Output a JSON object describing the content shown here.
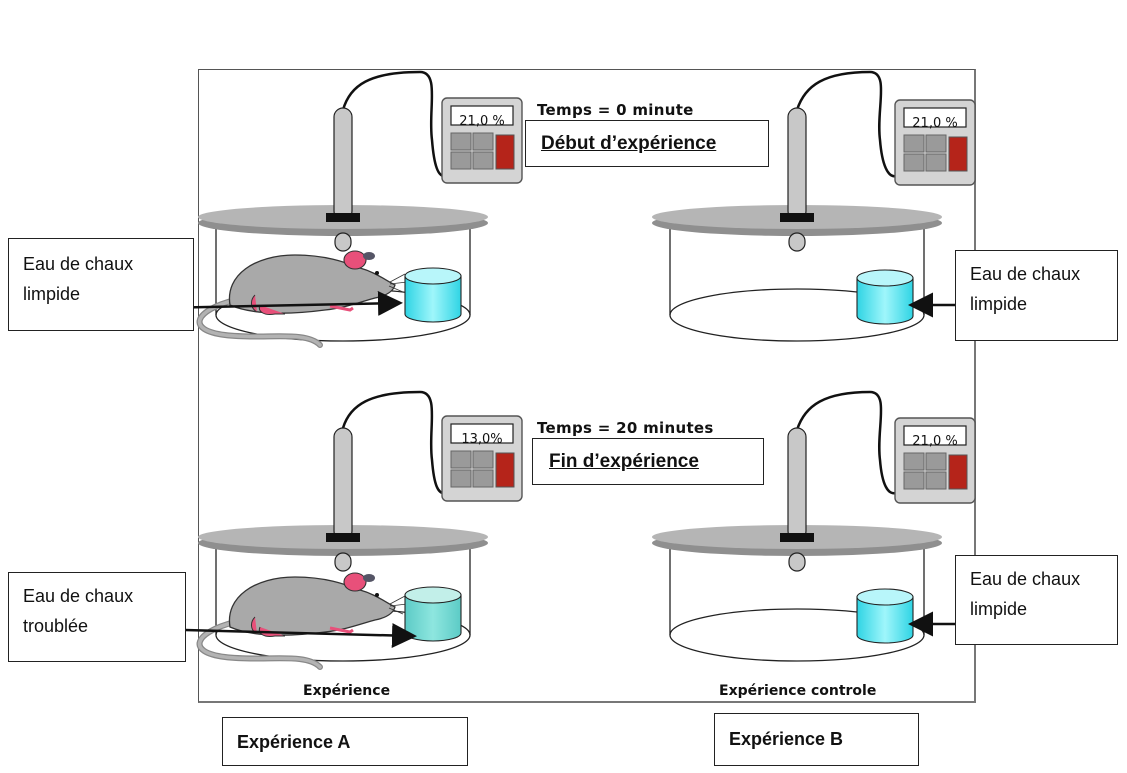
{
  "phases": {
    "start": {
      "time_label": "Temps = 0 minute",
      "banner": "Début d’expérience"
    },
    "end": {
      "time_label": "Temps = 20 minutes",
      "banner": "Fin d’expérience"
    }
  },
  "meters": {
    "start_a": "21,0 %",
    "start_b": "21,0 %",
    "end_a": "13,0%",
    "end_b": "21,0 %"
  },
  "callouts": {
    "start_a": {
      "line1": "Eau de chaux",
      "line2": "limpide"
    },
    "start_b": {
      "line1": "Eau de chaux",
      "line2": "limpide"
    },
    "end_a": {
      "line1": "Eau de chaux",
      "line2": "troublée"
    },
    "end_b": {
      "line1": "Eau de chaux",
      "line2": "limpide"
    }
  },
  "captions": {
    "left": "Expérience",
    "right": "Expérience controle"
  },
  "experiment_labels": {
    "a": "Expérience A",
    "b": "Expérience B"
  },
  "colors": {
    "lid": "#b3b3b3",
    "lid_edge": "#8a8a8a",
    "probe": "#c8c8c8",
    "meter_body": "#d4d4d4",
    "meter_key": "#9a9a9a",
    "meter_red": "#b5241a",
    "water_clear": "#4fe3ee",
    "water_cloudy": "#6fd6cf",
    "mouse": "#a9a9a9",
    "mouse_pink": "#e8507a"
  }
}
